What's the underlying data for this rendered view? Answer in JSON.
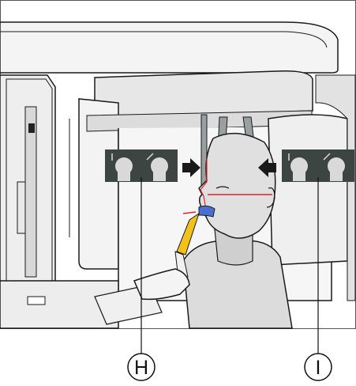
{
  "figure": {
    "callouts": [
      {
        "letter": "H",
        "target": "left-head-position-panel"
      },
      {
        "letter": "I",
        "target": "right-head-position-panel"
      }
    ],
    "panels": {
      "left": {
        "icons": [
          "head-front-icon",
          "head-tilt-icon"
        ]
      },
      "right": {
        "icons": [
          "head-front-icon",
          "head-tilt-icon"
        ]
      }
    },
    "colors": {
      "panel_bg": "#3d4542",
      "laser": "#e0262b",
      "bite_block": "#4a6fd0",
      "handle": "#f2c21b",
      "outline": "#1a1a1a"
    }
  }
}
